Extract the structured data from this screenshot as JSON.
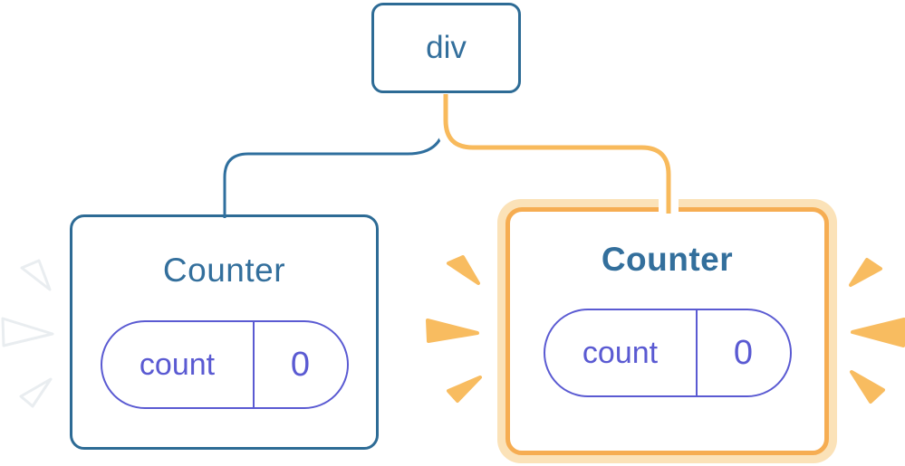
{
  "colors": {
    "blue": "#2D6B95",
    "blueText": "#336F9C",
    "indigo": "#5A5AD2",
    "orange": "#F6AD52",
    "pale": "#FBE2B8",
    "spark": "#F8BC60",
    "lineBlue": "#2F6F9E",
    "lineOrange": "#F8BA5C",
    "sparkWhite": "#FFFFFF",
    "sparkWhiteEdge": "#E9EDF0"
  },
  "diagram": {
    "root": {
      "label": "div"
    },
    "left_counter": {
      "title": "Counter",
      "state_key": "count",
      "state_value": "0"
    },
    "right_counter": {
      "title": "Counter",
      "state_key": "count",
      "state_value": "0"
    }
  }
}
